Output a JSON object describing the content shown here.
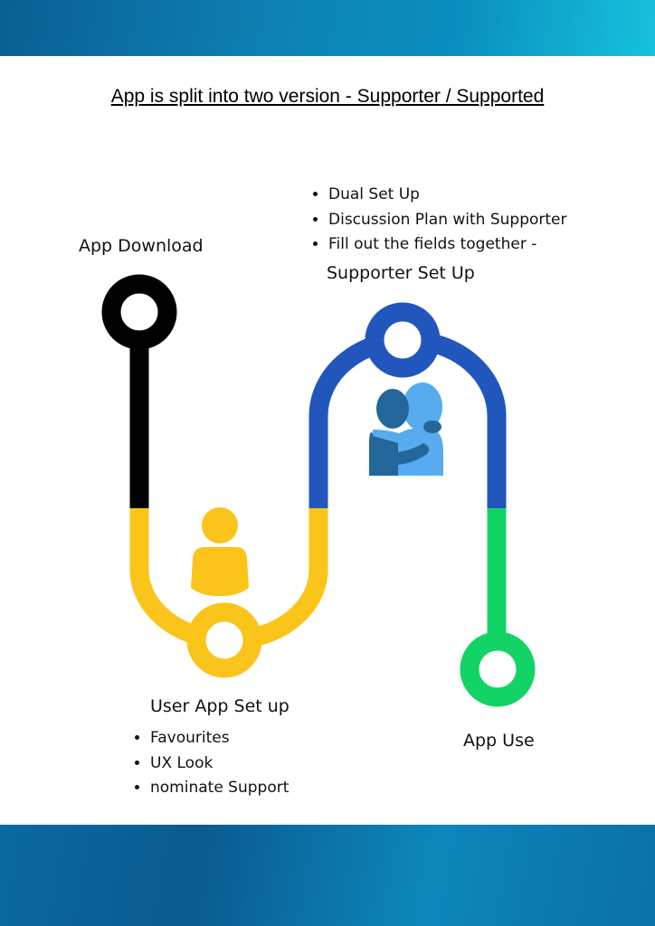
{
  "title": "App is split into two version  - Supporter / Supported",
  "stages": {
    "download": {
      "label": "App Download"
    },
    "supporter": {
      "label": "Supporter Set Up",
      "bullets": [
        "Dual Set Up",
        "Discussion Plan with Supporter",
        "Fill out the fields together -"
      ]
    },
    "user": {
      "label": "User App Set up",
      "bullets": [
        "Favourites",
        "UX Look",
        "nominate Support"
      ]
    },
    "use": {
      "label": "App Use"
    }
  },
  "colors": {
    "download": "#000000",
    "user": "#fbc41b",
    "supporter": "#2157bd",
    "use": "#12d466",
    "hug_dark": "#23679a",
    "hug_light": "#56acee"
  }
}
